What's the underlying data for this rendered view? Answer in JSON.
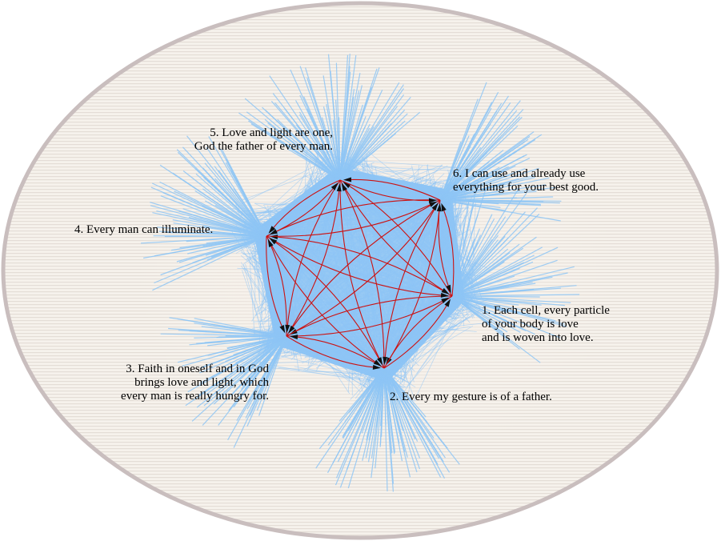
{
  "diagram": {
    "nodes": [
      {
        "id": 1,
        "lines": [
          "1. Each cell, every particle",
          "of your body is love",
          "and is woven into love."
        ]
      },
      {
        "id": 2,
        "lines": [
          "2. Every my gesture is of a father."
        ]
      },
      {
        "id": 3,
        "lines": [
          "3. Faith in oneself and in God",
          "brings love and light, which",
          "every man is really hungry for."
        ]
      },
      {
        "id": 4,
        "lines": [
          "4. Every man can illuminate."
        ]
      },
      {
        "id": 5,
        "lines": [
          "5. Love and light are one,",
          "God the father of every man."
        ]
      },
      {
        "id": 6,
        "lines": [
          "6. I can use and already use",
          "everything for your best good."
        ]
      }
    ],
    "edges": [
      [
        1,
        2
      ],
      [
        2,
        1
      ],
      [
        1,
        3
      ],
      [
        3,
        1
      ],
      [
        1,
        4
      ],
      [
        4,
        1
      ],
      [
        1,
        5
      ],
      [
        5,
        1
      ],
      [
        1,
        6
      ],
      [
        6,
        1
      ],
      [
        2,
        3
      ],
      [
        3,
        2
      ],
      [
        2,
        4
      ],
      [
        4,
        2
      ],
      [
        2,
        5
      ],
      [
        5,
        2
      ],
      [
        2,
        6
      ],
      [
        6,
        2
      ],
      [
        3,
        4
      ],
      [
        4,
        3
      ],
      [
        3,
        5
      ],
      [
        5,
        3
      ],
      [
        3,
        6
      ],
      [
        6,
        3
      ],
      [
        4,
        5
      ],
      [
        5,
        4
      ],
      [
        4,
        6
      ],
      [
        6,
        4
      ],
      [
        5,
        6
      ],
      [
        6,
        5
      ]
    ],
    "colors": {
      "frame": "#c9bebe",
      "background": "#f6f2ec",
      "stripe": "#e4ddd6",
      "burst": "#8ec5f5",
      "edge": "#cc1111",
      "arrow": "#111111"
    }
  }
}
